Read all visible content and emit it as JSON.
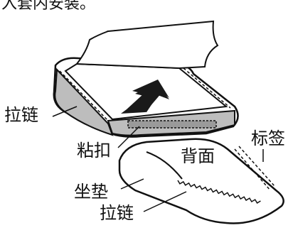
{
  "header_text": "入套内安装。",
  "labels": {
    "zipper_1": "拉链",
    "velcro": "粘扣",
    "tag": "标签",
    "back": "背面",
    "seat_cushion": "坐垫",
    "zipper_2": "拉链"
  }
}
